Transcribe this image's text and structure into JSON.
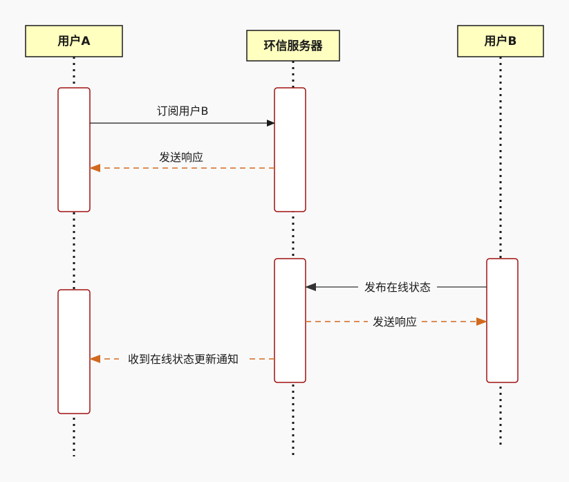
{
  "participants": [
    {
      "id": "userA",
      "label": "用户A"
    },
    {
      "id": "server",
      "label": "环信服务器"
    },
    {
      "id": "userB",
      "label": "用户B"
    }
  ],
  "messages": [
    {
      "id": "m1",
      "label": "订阅用户B",
      "from": "userA",
      "to": "server",
      "style": "solid"
    },
    {
      "id": "m2",
      "label": "发送响应",
      "from": "server",
      "to": "userA",
      "style": "dashed"
    },
    {
      "id": "m3",
      "label": "发布在线状态",
      "from": "userB",
      "to": "server",
      "style": "solid"
    },
    {
      "id": "m4",
      "label": "发送响应",
      "from": "server",
      "to": "userB",
      "style": "dashed"
    },
    {
      "id": "m5",
      "label": "收到在线状态更新通知",
      "from": "server",
      "to": "userA",
      "style": "dashed"
    }
  ],
  "colors": {
    "actor_fill": "#ffffc0",
    "actor_border": "#1a1a1a",
    "activation_border": "#a01010",
    "solid_arrow": "#1a1a1a",
    "dashed_arrow": "#d2691e"
  }
}
